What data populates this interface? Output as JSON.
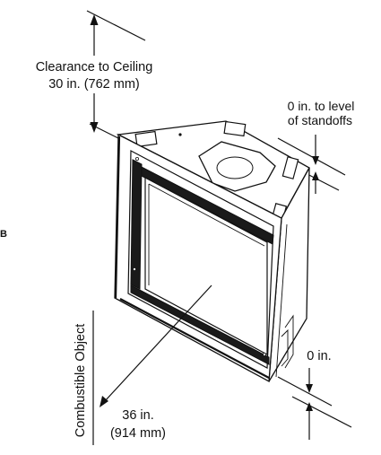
{
  "labels": {
    "ceiling_line1": "Clearance to Ceiling",
    "ceiling_line2": "30 in. (762 mm)",
    "standoff_line1": "0 in. to level",
    "standoff_line2": "of standoffs",
    "side_clearance": "0 in.",
    "front_line1": "36 in.",
    "front_line2": "(914 mm)",
    "combustible": "Combustible Object",
    "margin_mark": "B"
  },
  "colors": {
    "ink": "#111111",
    "background": "#ffffff"
  }
}
